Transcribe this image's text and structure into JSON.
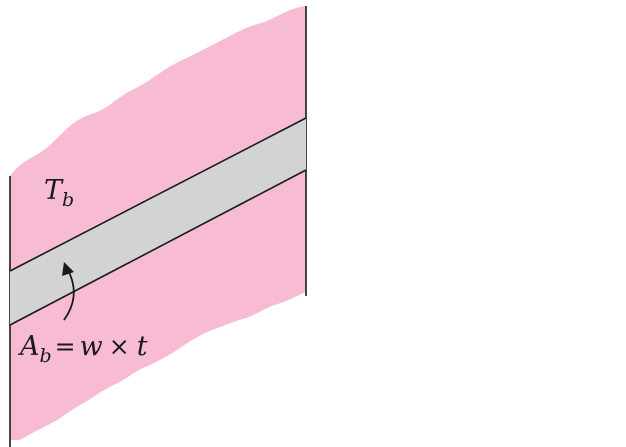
{
  "colors": {
    "wall_fill": "#f7bcd4",
    "base_fill": "#d3d3d3",
    "outline": "#1a1a1a",
    "background": "#ffffff"
  },
  "labels": {
    "temperature": {
      "symbol": "T",
      "subscript": "b"
    },
    "area": {
      "symbol": "A",
      "subscript": "b",
      "equals": "=",
      "width": "w",
      "times": "×",
      "thickness": "t"
    }
  }
}
